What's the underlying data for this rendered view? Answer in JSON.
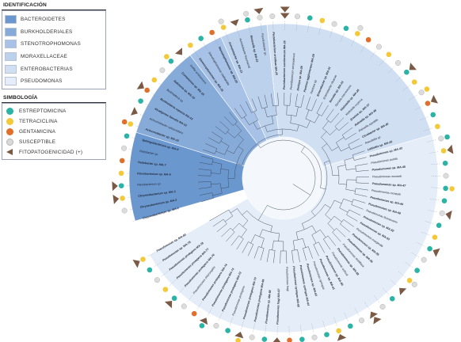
{
  "legend": {
    "identification_title": "IDENTIFICACIÓN",
    "groups": [
      {
        "label": "BACTEROIDETES",
        "color": "#6b97cf"
      },
      {
        "label": "BURKHOLDERIALES",
        "color": "#87abd9"
      },
      {
        "label": "STENOTROPHOMONAS",
        "color": "#a7c2e6"
      },
      {
        "label": "MORAXELLACEAE",
        "color": "#bcd1ec"
      },
      {
        "label": "ENTEROBACTERIAS",
        "color": "#d1dff2"
      },
      {
        "label": "PSEUDOMONAS",
        "color": "#e4edf8"
      }
    ],
    "symbology_title": "SIMBOLOGÍA",
    "symbols": [
      {
        "label": "ESTREPTOMICINA",
        "shape": "dot",
        "color": "#2bb3a5"
      },
      {
        "label": "TETRACICLINA",
        "shape": "dot",
        "color": "#f3c93a"
      },
      {
        "label": "GENTAMICINA",
        "shape": "dot",
        "color": "#e06f2c"
      },
      {
        "label": "SUSCEPTIBLE",
        "shape": "dot",
        "color": "#d9d9d9"
      },
      {
        "label": "FITOPATOGENICIDAD (+)",
        "shape": "triangle",
        "color": "#7a5a45"
      }
    ]
  },
  "tree": {
    "leaves": [
      {
        "label": "Chryseobacterium sp. MA-1",
        "bold": true
      },
      {
        "label": "Chryseobacterium sp. MA-2",
        "bold": true
      },
      {
        "label": "Chryseobacterium sp. MA-3",
        "bold": true
      },
      {
        "label": "Flavobacterium sp.",
        "bold": false
      },
      {
        "label": "Flavobacterium sp. MA-6",
        "bold": true
      },
      {
        "label": "Pedobacter sp. MA-7",
        "bold": true
      },
      {
        "label": "Pedobacter sp.",
        "bold": false
      },
      {
        "label": "Sphingobacterium sp. MA-9",
        "bold": true
      },
      {
        "label": "Achromobacter sp. MA-10",
        "bold": true
      },
      {
        "label": "Achromobacter xylosoxidans",
        "bold": false
      },
      {
        "label": "Alcaligenes faecalis MA-12",
        "bold": true
      },
      {
        "label": "Burkholderia cepacia MA-13",
        "bold": true
      },
      {
        "label": "Burkholderia sp.",
        "bold": false
      },
      {
        "label": "Ralstonia sp. MA-15",
        "bold": true
      },
      {
        "label": "Comamonas sp. MA-16",
        "bold": true
      },
      {
        "label": "Delftia acidovorans",
        "bold": false
      },
      {
        "label": "Stenotrophomonas sp. MA-18",
        "bold": true
      },
      {
        "label": "Stenotrophomonas maltophilia",
        "bold": false
      },
      {
        "label": "Stenotrophomonas sp. MA-20",
        "bold": true
      },
      {
        "label": "Acinetobacter sp. MA-21",
        "bold": true
      },
      {
        "label": "Acinetobacter baumannii",
        "bold": false
      },
      {
        "label": "Moraxella sp. MA-23",
        "bold": true
      },
      {
        "label": "Psychrobacter sp.",
        "bold": false
      },
      {
        "label": "Pectobacterium aroideae MA-25",
        "bold": true
      },
      {
        "label": "Pectobacterium carotovorum MA-26",
        "bold": true
      },
      {
        "label": "Pectobacterium atrosepticum",
        "bold": false
      },
      {
        "label": "Dickeya sp. MA-28",
        "bold": true
      },
      {
        "label": "Pantoea agglomerans MA-29",
        "bold": true
      },
      {
        "label": "Pantoea sp.",
        "bold": false
      },
      {
        "label": "Enterobacter sp. MA-31",
        "bold": true
      },
      {
        "label": "Enterobacter cloacae",
        "bold": false
      },
      {
        "label": "Serratia sp. MA-33",
        "bold": true
      },
      {
        "label": "Serratia marcescens",
        "bold": false
      },
      {
        "label": "Klebsiella sp. MA-35",
        "bold": true
      },
      {
        "label": "Klebsiella oxytoca",
        "bold": false
      },
      {
        "label": "Erwinia sp. MA-37",
        "bold": true
      },
      {
        "label": "Rahnella sp. MA-38",
        "bold": true
      },
      {
        "label": "Rahnella aquatilis",
        "bold": false
      },
      {
        "label": "Citrobacter sp. MA-40",
        "bold": true
      },
      {
        "label": "Raoultella sp.",
        "bold": false
      },
      {
        "label": "Lelliottia sp. MA-42",
        "bold": true
      },
      {
        "label": "Pseudomonas sp. MA-43",
        "bold": true
      },
      {
        "label": "Pseudomonas putida",
        "bold": false
      },
      {
        "label": "Pseudomonas sp. MA-45",
        "bold": true
      },
      {
        "label": "Pseudomonas mosselii",
        "bold": false
      },
      {
        "label": "Pseudomonas sp. MA-47",
        "bold": true
      },
      {
        "label": "Pseudomonas monteilii",
        "bold": false
      },
      {
        "label": "Pseudomonas sp. MA-49",
        "bold": true
      },
      {
        "label": "Pseudomonas sp. MA-50",
        "bold": true
      },
      {
        "label": "Pseudomonas fluorescens",
        "bold": false
      },
      {
        "label": "Pseudomonas sp. MA-52",
        "bold": true
      },
      {
        "label": "Pseudomonas sp. MA-53",
        "bold": true
      },
      {
        "label": "Pseudomonas marginalis",
        "bold": false
      },
      {
        "label": "Pseudomonas sp. MA-55",
        "bold": true
      },
      {
        "label": "Pseudomonas sp. MA-56",
        "bold": true
      },
      {
        "label": "Pseudomonas viridiflava",
        "bold": false
      },
      {
        "label": "Pseudomonas sp. MA-58",
        "bold": true
      },
      {
        "label": "Pseudomonas cichorii",
        "bold": false
      },
      {
        "label": "Pseudomonas sp. MA-60",
        "bold": true
      },
      {
        "label": "Pseudomonas sp. MA-61",
        "bold": true
      },
      {
        "label": "Pseudomonas syringae",
        "bold": false
      },
      {
        "label": "Pseudomonas sp. MA-63",
        "bold": true
      },
      {
        "label": "Pseudomonas syringae MA-64",
        "bold": true
      },
      {
        "label": "Pseudomonas syringae MA-65",
        "bold": true
      },
      {
        "label": "Pseudomonas fragi",
        "bold": false
      },
      {
        "label": "Pseudomonas fragi MA-67",
        "bold": true
      },
      {
        "label": "Pseudomonas sp. MA-68",
        "bold": true
      },
      {
        "label": "Pseudomonas protegens MA-69",
        "bold": true
      },
      {
        "label": "Pseudomonas protegens MA-70",
        "bold": true
      },
      {
        "label": "Pseudomonas protegens",
        "bold": false
      },
      {
        "label": "Pseudomonas protegens MA-72",
        "bold": true
      },
      {
        "label": "Pseudomonas protegens MA-73",
        "bold": true
      },
      {
        "label": "Pseudomonas protegens MA-74",
        "bold": true
      },
      {
        "label": "Pseudomonas chlororaphis",
        "bold": false
      },
      {
        "label": "Pseudomonas protegens MA-76",
        "bold": true
      },
      {
        "label": "Pseudomonas protegens MA-77",
        "bold": true
      },
      {
        "label": "Pseudomonas protegens MA-78",
        "bold": true
      },
      {
        "label": "Pseudomonas sp. MA-79",
        "bold": true
      },
      {
        "label": "Pseudomonas sp. MA-80",
        "bold": true
      }
    ],
    "groups": [
      {
        "name": "BACTEROIDETES",
        "start": 0,
        "end": 7,
        "color": "#6b97cf"
      },
      {
        "name": "BURKHOLDERIALES",
        "start": 8,
        "end": 15,
        "color": "#87abd9"
      },
      {
        "name": "STENOTROPHOMONAS",
        "start": 16,
        "end": 18,
        "color": "#a7c2e6"
      },
      {
        "name": "MORAXELLACEAE",
        "start": 19,
        "end": 22,
        "color": "#bcd1ec"
      },
      {
        "name": "ENTEROBACTERIAS",
        "start": 23,
        "end": 40,
        "color": "#d1dff2"
      },
      {
        "name": "PSEUDOMONAS",
        "start": 41,
        "end": 78,
        "color": "#e4edf8"
      }
    ],
    "markers": [
      [],
      [
        "gray"
      ],
      [
        "yellow",
        "tri"
      ],
      [
        "teal",
        "tri"
      ],
      [
        "yellow"
      ],
      [
        "orange"
      ],
      [
        "gray"
      ],
      [
        "teal"
      ],
      [
        "yellow",
        "orange"
      ],
      [
        "tri"
      ],
      [
        "teal"
      ],
      [
        "orange",
        "tri"
      ],
      [
        "yellow"
      ],
      [
        "gray"
      ],
      [
        "teal",
        "yellow"
      ],
      [
        "tri"
      ],
      [
        "yellow"
      ],
      [
        "teal"
      ],
      [
        "orange"
      ],
      [
        "yellow",
        "gray"
      ],
      [
        "tri"
      ],
      [
        "teal",
        "gray"
      ],
      [
        "gray",
        "tri"
      ],
      [
        "gray"
      ],
      [
        "tri",
        "tri"
      ],
      [
        "gray"
      ],
      [
        "teal"
      ],
      [
        "yellow"
      ],
      [
        "gray"
      ],
      [
        "teal"
      ],
      [
        "yellow",
        "gray"
      ],
      [
        "orange"
      ],
      [
        "gray"
      ],
      [
        "yellow"
      ],
      [
        "gray"
      ],
      [
        "teal",
        "tri"
      ],
      [
        "yellow"
      ],
      [
        "gray",
        "yellow"
      ],
      [
        "orange",
        "tri"
      ],
      [
        "teal"
      ],
      [
        "yellow"
      ],
      [
        "gray",
        "teal"
      ],
      [
        "yellow",
        "tri"
      ],
      [
        "teal"
      ],
      [
        "gray"
      ],
      [
        "teal",
        "yellow"
      ],
      [
        "teal"
      ],
      [
        "gray",
        "tri"
      ],
      [
        "teal"
      ],
      [
        "yellow"
      ],
      [
        "teal",
        "tri"
      ],
      [
        "gray"
      ],
      [
        "teal"
      ],
      [
        "yellow",
        "gray"
      ],
      [
        "tri"
      ],
      [
        "teal"
      ],
      [
        "gray"
      ],
      [
        "tri",
        "tri"
      ],
      [
        "gray"
      ],
      [
        "teal"
      ],
      [
        "yellow",
        "tri"
      ],
      [
        "teal"
      ],
      [
        "gray"
      ],
      [
        "teal",
        "tri"
      ],
      [
        "orange"
      ],
      [
        "tri"
      ],
      [
        "teal"
      ],
      [
        "gray"
      ],
      [
        "tri",
        "yellow"
      ],
      [
        "teal"
      ],
      [
        "gray"
      ],
      [
        "tri",
        "teal"
      ],
      [
        "orange"
      ],
      [
        "gray"
      ],
      [
        "teal",
        "tri"
      ],
      [
        "yellow"
      ],
      [
        "gray"
      ],
      [
        "teal"
      ],
      [
        "yellow",
        "tri"
      ]
    ]
  }
}
